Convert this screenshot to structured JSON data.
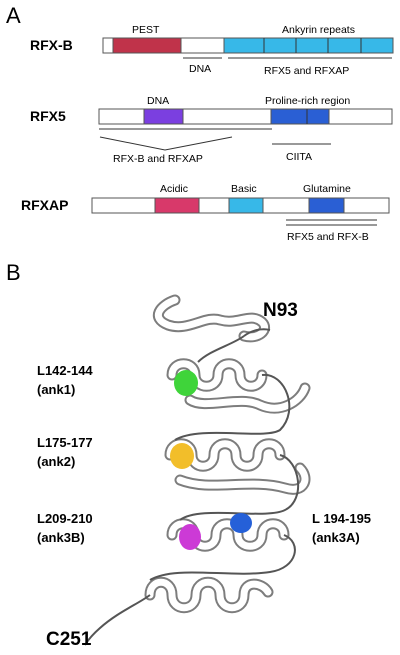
{
  "panel_a": {
    "label": "A",
    "rfxb": {
      "name": "RFX-B",
      "pest": "PEST",
      "ankyrin": "Ankyrin repeats",
      "dna": "DNA",
      "binds": "RFX5 and RFXAP",
      "colors": {
        "pest": "#c0334a",
        "ankyrin": "#37b8e8"
      }
    },
    "rfx5": {
      "name": "RFX5",
      "dna": "DNA",
      "proline": "Proline-rich region",
      "binds": "RFX-B and RFXAP",
      "ciita": "CIITA",
      "colors": {
        "dna": "#7b3fe0",
        "proline": "#2a5fd4"
      }
    },
    "rfxap": {
      "name": "RFXAP",
      "acidic": "Acidic",
      "basic": "Basic",
      "glutamine": "Glutamine",
      "binds": "RFX5 and RFX-B",
      "colors": {
        "acidic": "#d8396a",
        "basic": "#37b8e8",
        "glutamine": "#2a5fd4"
      }
    }
  },
  "panel_b": {
    "label": "B",
    "n_term": "N93",
    "c_term": "C251",
    "residues": [
      {
        "line1": "L142-144",
        "line2": "(ank1)",
        "color": "#3fd43a"
      },
      {
        "line1": "L175-177",
        "line2": "(ank2)",
        "color": "#f2be2a"
      },
      {
        "line1": "L209-210",
        "line2": "(ank3B)",
        "color": "#cc3ad6"
      },
      {
        "line1": "L 194-195",
        "line2": "(ank3A)",
        "color": "#2560d8"
      }
    ]
  }
}
